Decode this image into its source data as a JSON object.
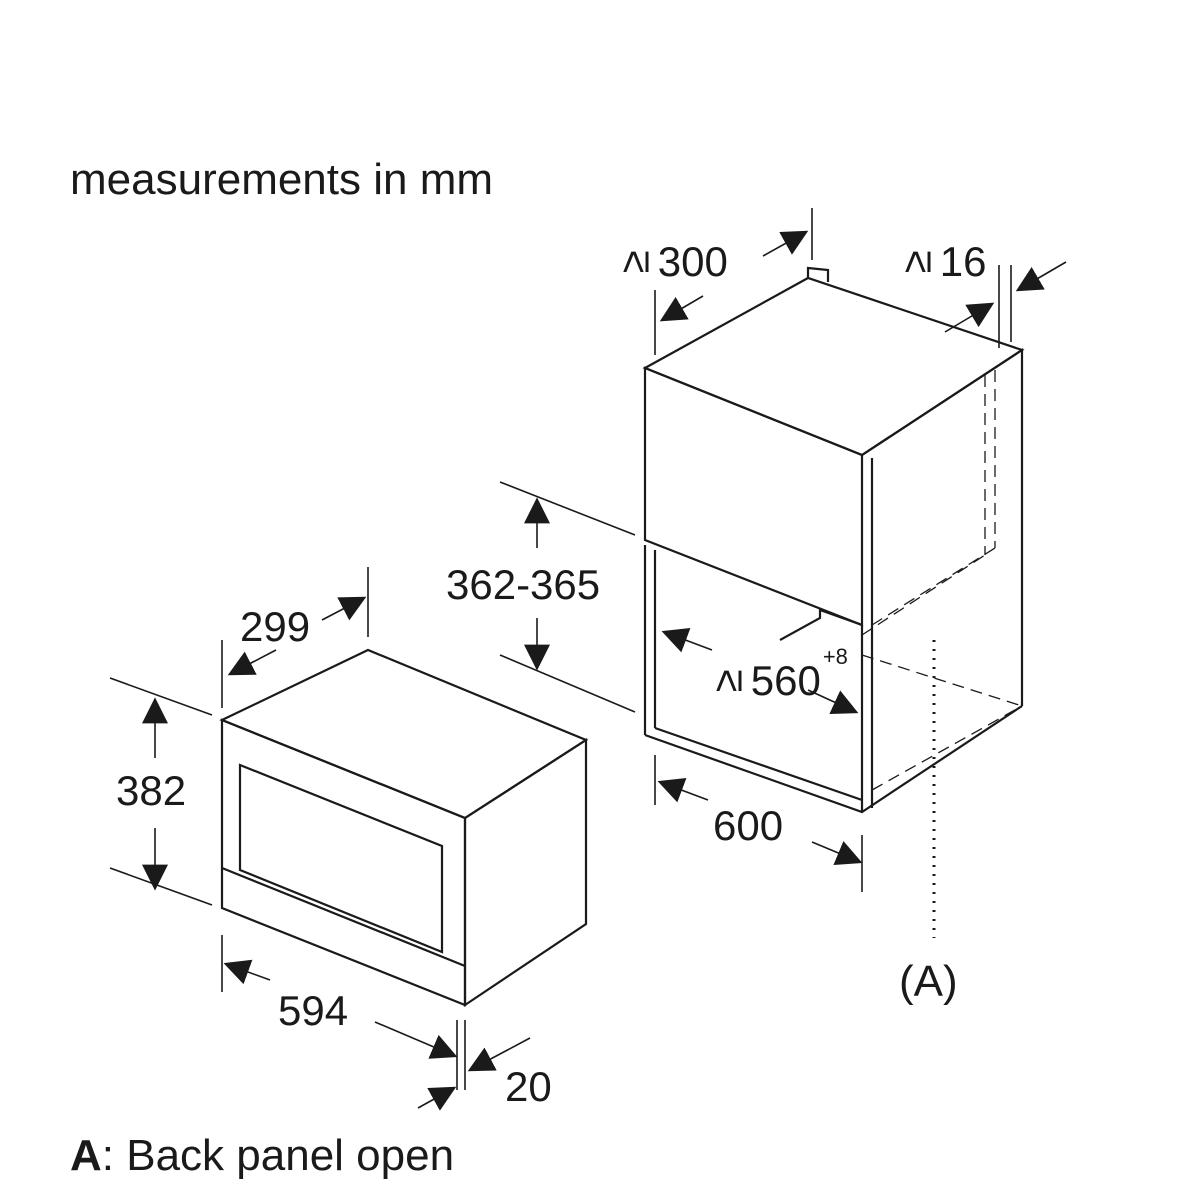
{
  "title": "measurements in mm",
  "appliance": {
    "depth": "299",
    "height": "382",
    "width": "594",
    "front_offset": "20"
  },
  "niche": {
    "cabinet_depth_symbol": "≥",
    "cabinet_depth_value": "300",
    "gap_symbol": "≥",
    "gap_value": "16",
    "height_range": "362-365",
    "width_symbol": "≥",
    "width_value": "560",
    "width_tolerance": "+8",
    "depth": "600"
  },
  "marker": "(A)",
  "legend": {
    "key": "A",
    "sep": ":",
    "text": " Back panel open"
  }
}
